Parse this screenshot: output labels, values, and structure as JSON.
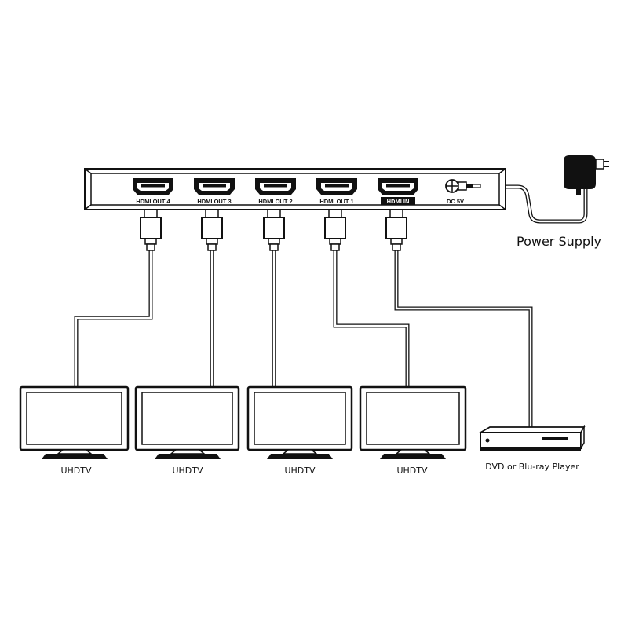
{
  "splitter": {
    "ports": [
      {
        "id": "out4",
        "label": "HDMI OUT 4",
        "inverted": false
      },
      {
        "id": "out3",
        "label": "HDMI OUT 3",
        "inverted": false
      },
      {
        "id": "out2",
        "label": "HDMI OUT 2",
        "inverted": false
      },
      {
        "id": "out1",
        "label": "HDMI OUT 1",
        "inverted": false
      },
      {
        "id": "in",
        "label": "HDMI IN",
        "inverted": true
      }
    ],
    "dc_label": "DC 5V"
  },
  "power_supply": {
    "label": "Power Supply"
  },
  "displays": [
    {
      "label": "UHDTV",
      "port": "out4"
    },
    {
      "label": "UHDTV",
      "port": "out3"
    },
    {
      "label": "UHDTV",
      "port": "out2"
    },
    {
      "label": "UHDTV",
      "port": "out1"
    }
  ],
  "source": {
    "label": "DVD or Blu-ray Player",
    "port": "in"
  }
}
